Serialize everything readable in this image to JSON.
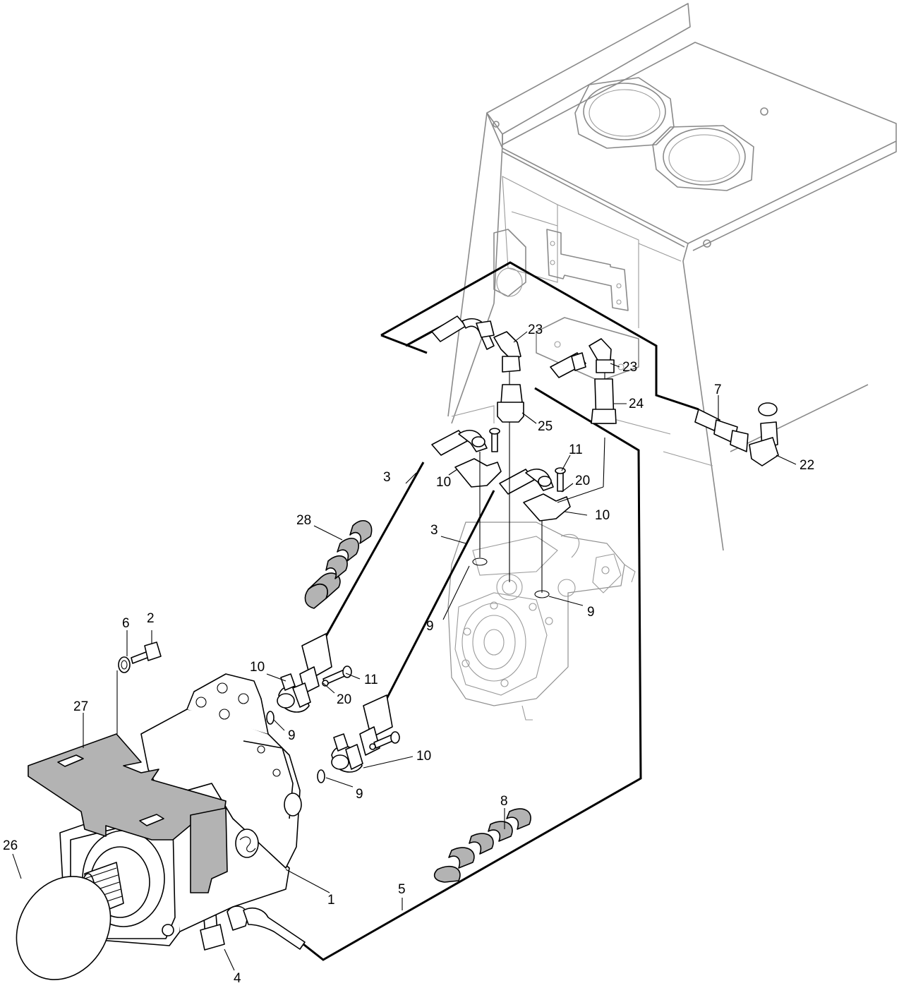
{
  "callouts": {
    "c1": "1",
    "c2": "2",
    "c3a": "3",
    "c3b": "3",
    "c4": "4",
    "c5": "5",
    "c6": "6",
    "c7": "7",
    "c8": "8",
    "c9a": "9",
    "c9b": "9",
    "c9c": "9",
    "c9d": "9",
    "c10a": "10",
    "c10b": "10",
    "c10c": "10",
    "c10d": "10",
    "c11a": "11",
    "c11b": "11",
    "c20a": "20",
    "c20b": "20",
    "c22": "22",
    "c23a": "23",
    "c23b": "23",
    "c24": "24",
    "c25": "25",
    "c26": "26",
    "c27": "27",
    "c28": "28"
  }
}
